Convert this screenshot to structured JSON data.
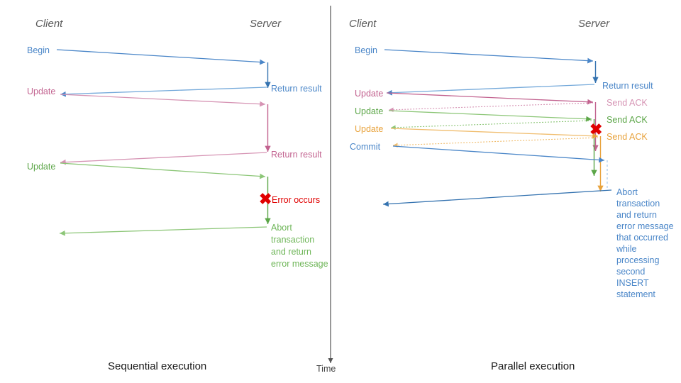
{
  "figure": {
    "title_left": "Sequential execution",
    "title_right": "Parallel execution",
    "time_axis_label": "Time"
  },
  "colors": {
    "blue": "#4a86c8",
    "blue_dark": "#3573b0",
    "pink": "#c2628f",
    "pink_light": "#d694b4",
    "green": "#5ca648",
    "green_light": "#8cc677",
    "orange": "#e8a33d",
    "orange_light": "#f0bd6e",
    "error_red": "#e00000",
    "actor_gray": "#595959",
    "axis_gray": "#555555",
    "caption_black": "#1a1a1a"
  },
  "left_panel": {
    "actors": {
      "client": "Client",
      "server": "Server"
    },
    "messages": [
      {
        "label": "Begin",
        "color_key": "blue",
        "direction": "client-to-server"
      },
      {
        "label": "Return result",
        "color_key": "blue",
        "direction": "server-to-client"
      },
      {
        "label": "Update",
        "color_key": "pink",
        "direction": "client-to-server"
      },
      {
        "label": "Return result",
        "color_key": "pink",
        "direction": "server-to-client"
      },
      {
        "label": "Update",
        "color_key": "green",
        "direction": "client-to-server"
      },
      {
        "label": "Abort transaction and return error message",
        "color_key": "green",
        "direction": "server-to-client"
      }
    ],
    "error_note": "Error occurs",
    "abort_note_lines": [
      "Abort",
      "transaction",
      "and return",
      "error message"
    ]
  },
  "right_panel": {
    "actors": {
      "client": "Client",
      "server": "Server"
    },
    "messages": [
      {
        "label": "Begin",
        "color_key": "blue",
        "direction": "client-to-server"
      },
      {
        "label": "Return result",
        "color_key": "blue",
        "direction": "server-to-client"
      },
      {
        "label": "Update",
        "color_key": "pink",
        "direction": "client-to-server"
      },
      {
        "label": "Send ACK",
        "color_key": "pink",
        "direction": "server-to-client"
      },
      {
        "label": "Update",
        "color_key": "green",
        "direction": "client-to-server"
      },
      {
        "label": "Send ACK",
        "color_key": "green",
        "direction": "server-to-client"
      },
      {
        "label": "Update",
        "color_key": "orange",
        "direction": "client-to-server"
      },
      {
        "label": "Send ACK",
        "color_key": "orange",
        "direction": "server-to-client"
      },
      {
        "label": "Commit",
        "color_key": "blue",
        "direction": "client-to-server"
      }
    ],
    "error_note": "",
    "abort_note_lines": [
      "Abort",
      "transaction",
      "and return",
      "error message",
      "that occurred",
      "while",
      "processing",
      "second",
      "INSERT",
      "statement"
    ]
  }
}
